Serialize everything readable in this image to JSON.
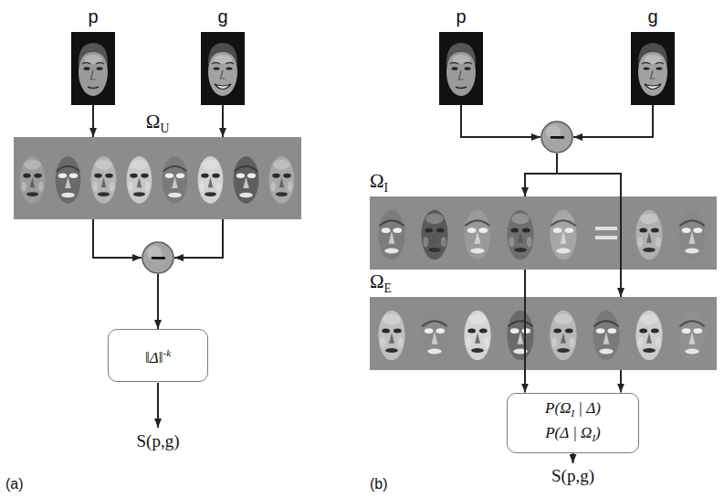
{
  "diagram": {
    "nodes": [
      {
        "text": [
          "p"
        ]
      },
      {
        "text": [
          "g"
        ]
      },
      {
        "text": [
          "ΩU"
        ]
      },
      {
        "text": [
          "−"
        ]
      },
      {
        "text": [
          "‖Δ‖-k"
        ]
      },
      {
        "text": [
          "p"
        ]
      },
      {
        "text": [
          "g"
        ]
      },
      {
        "text": [
          "−"
        ]
      },
      {
        "text": [
          "ΩI"
        ]
      },
      {
        "text": [
          "ΩE"
        ]
      },
      {
        "text": [
          "P(ΩI | Δ)",
          "P(Δ | ΩI)"
        ]
      }
    ],
    "edges": [
      {
        "from": 0,
        "to": 2,
        "arrow": "to"
      },
      {
        "from": 1,
        "to": 2,
        "arrow": "to"
      },
      {
        "from": 2,
        "to": 3,
        "arrow": "to"
      },
      {
        "from": 2,
        "to": 3,
        "arrow": "to"
      },
      {
        "from": 3,
        "to": 4,
        "arrow": "to"
      },
      {
        "from": 5,
        "to": 7,
        "arrow": "to"
      },
      {
        "from": 6,
        "to": 7,
        "arrow": "to"
      },
      {
        "from": 7,
        "to": 8,
        "arrow": "to"
      },
      {
        "from": 7,
        "to": 9,
        "arrow": "to"
      },
      {
        "from": 8,
        "to": 10,
        "arrow": "to"
      },
      {
        "from": 9,
        "to": 10,
        "arrow": "to"
      }
    ],
    "labels": [
      "S(p,g)",
      "(a)",
      "S(p,g)",
      "(b)"
    ]
  }
}
